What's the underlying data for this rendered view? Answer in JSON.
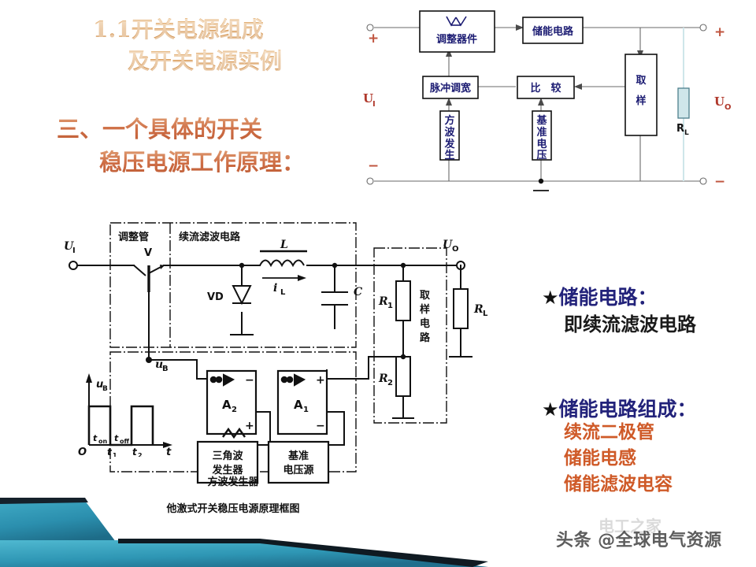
{
  "slide": {
    "title_lines": [
      "1.1开关电源组成",
      "及开关电源实例"
    ],
    "subtitle_lines": [
      "三、一个具体的开关",
      "稳压电源工作原理："
    ]
  },
  "block_diagram": {
    "name": "switching-regulator-block-diagram",
    "blocks": {
      "regulator": "调整器件",
      "energy_storage": "储能电路",
      "pwm": "脉冲调宽",
      "comparator": "比　较",
      "square_wave_gen": "方波发生",
      "reference_voltage": "基准电压",
      "sampling": "取样"
    },
    "labels": {
      "input_voltage": "U",
      "input_voltage_sub": "I",
      "output_voltage": "U",
      "output_voltage_sub": "O",
      "load_resistor": "R",
      "load_resistor_sub": "L",
      "plus_left": "+",
      "minus_left": "−",
      "plus_right": "+",
      "minus_right": "−"
    },
    "colors": {
      "block_text": "#1b1b72",
      "terminal_label": "#b0392c",
      "load_fill": "#cfe6ea"
    }
  },
  "circuit_diagram": {
    "name": "self-excited-switching-regulator-schematic",
    "caption": "他激式开关稳压电源原理框图",
    "section_labels": {
      "regulator_tube": "调整管",
      "regulator_tube_device": "V",
      "freewheel_filter": "续流滤波电路",
      "sampling_circuit": "取样电路",
      "square_wave_generator": "方波发生器"
    },
    "components": {
      "input_terminal": "U",
      "input_terminal_sub": "I",
      "output_terminal": "U",
      "output_terminal_sub": "O",
      "diode": "VD",
      "inductor": "L",
      "inductor_current": "i",
      "inductor_current_sub": "L",
      "capacitor": "C",
      "r1": "R",
      "r1_sub": "1",
      "r2": "R",
      "r2_sub": "2",
      "rl": "R",
      "rl_sub": "L",
      "opamp_a1": "A",
      "opamp_a1_sub": "1",
      "opamp_a2": "A",
      "opamp_a2_sub": "2",
      "triangle_wave_gen": "三角波\n发生器",
      "triangle_wave_gen_l1": "三角波",
      "triangle_wave_gen_l2": "发生器",
      "reference_source_l1": "基准",
      "reference_source_l2": "电压源",
      "infinity": "∞",
      "plus": "+",
      "minus": "−"
    },
    "waveform": {
      "y_axis": "u",
      "y_axis_sub": "B",
      "x_axis": "t",
      "origin": "O",
      "t_on": "t",
      "t_on_sub": "on",
      "t_off": "t",
      "t_off_sub": "off",
      "tick1": "t",
      "tick1_sub": "1",
      "tick2": "t",
      "tick2_sub": "2"
    }
  },
  "notes": {
    "star": "★",
    "group1": {
      "heading": "储能电路：",
      "body": "即续流滤波电路"
    },
    "group2": {
      "heading": "储能电路组成：",
      "items": [
        "续流二极管",
        "储能电感",
        "储能滤波电容"
      ]
    }
  },
  "watermark": {
    "text": "头条 @全球电气资源",
    "ghost_text": "电工之家"
  },
  "theme": {
    "title_color": "#d99a55",
    "subtitle_color": "#cf6f46",
    "note_heading_color": "#22227a",
    "note_item_color": "#cf5a28",
    "deco_teal_top": "#2f9ab8",
    "deco_teal_bottom": "#1b6f8c",
    "background": "#ffffff"
  }
}
